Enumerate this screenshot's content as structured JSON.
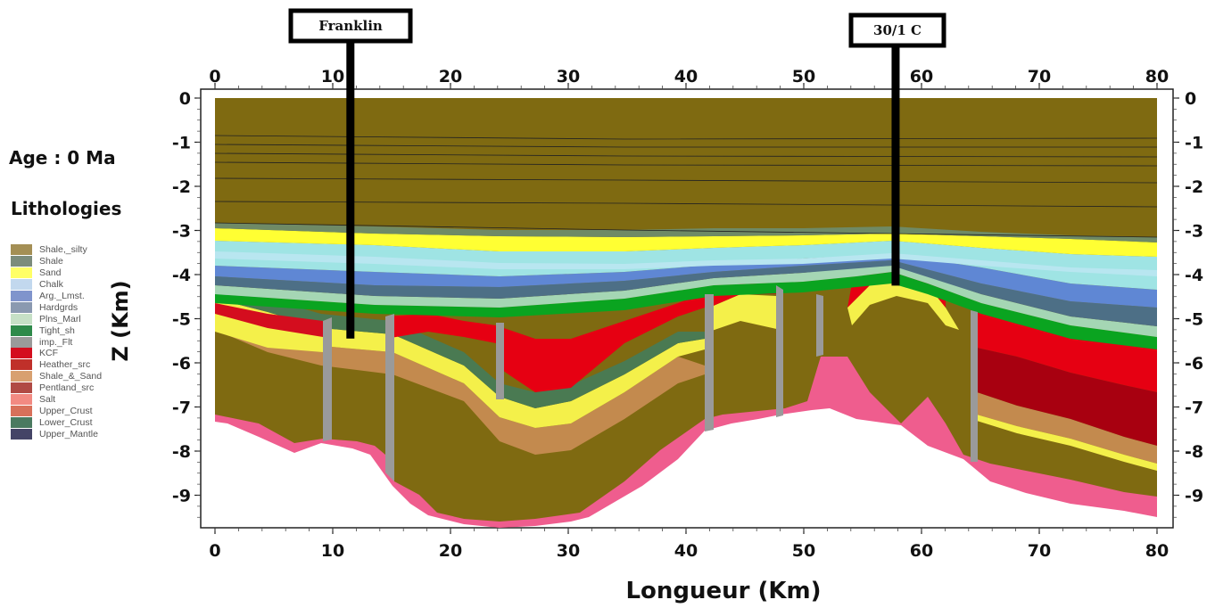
{
  "age_label": "Age : 0 Ma",
  "lithologies_title": "Lithologies",
  "legend": [
    {
      "name": "Shale,_silty",
      "color": "#a48f55"
    },
    {
      "name": "Shale",
      "color": "#7c8c7c"
    },
    {
      "name": "Sand",
      "color": "#ffff66"
    },
    {
      "name": "Chalk",
      "color": "#c2d8ee"
    },
    {
      "name": "Arg._Lmst.",
      "color": "#8094cc"
    },
    {
      "name": "Hardgrds",
      "color": "#8a99b0"
    },
    {
      "name": "Plns_Marl",
      "color": "#c6e0c6"
    },
    {
      "name": "Tight_sh",
      "color": "#2e8a4a"
    },
    {
      "name": "imp._Flt",
      "color": "#9a9a9a"
    },
    {
      "name": "KCF",
      "color": "#d40d1e"
    },
    {
      "name": "Heather_src",
      "color": "#c0302a"
    },
    {
      "name": "Shale_&_Sand",
      "color": "#d8a070"
    },
    {
      "name": "Pentland_src",
      "color": "#b04a44"
    },
    {
      "name": "Salt",
      "color": "#f28a82"
    },
    {
      "name": "Upper_Crust",
      "color": "#d8705a"
    },
    {
      "name": "Lower_Crust",
      "color": "#4a7a60"
    },
    {
      "name": "Upper_Mantle",
      "color": "#444466"
    }
  ],
  "wells": [
    {
      "name": "Franklin",
      "x_km": 11.5,
      "bottom_z_km": -5.45
    },
    {
      "name": "30/1 C",
      "x_km": 57.8,
      "bottom_z_km": -4.25
    }
  ],
  "x_axis": {
    "label": "Longueur (Km)",
    "ticks": [
      0,
      10,
      20,
      30,
      40,
      50,
      60,
      70,
      80
    ],
    "range": [
      0,
      80
    ]
  },
  "y_axis": {
    "label": "Z (Km)",
    "ticks": [
      0,
      -1,
      -2,
      -3,
      -4,
      -5,
      -6,
      -7,
      -8,
      -9
    ],
    "range": [
      0,
      -9.75
    ]
  }
}
